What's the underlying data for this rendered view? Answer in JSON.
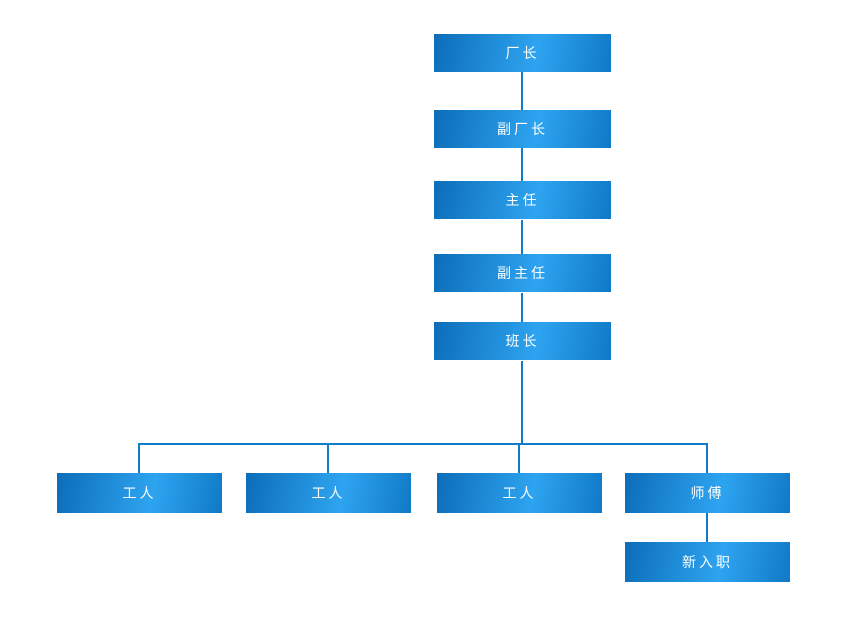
{
  "org_chart": {
    "nodes": {
      "factory_director": "厂长",
      "deputy_factory_director": "副厂长",
      "director": "主任",
      "deputy_director": "副主任",
      "team_leader": "班长",
      "worker_1": "工人",
      "worker_2": "工人",
      "worker_3": "工人",
      "master": "师傅",
      "new_hire": "新入职"
    },
    "style": {
      "node_gradient_start": "#0c6db9",
      "node_gradient_mid": "#2ea4f0",
      "node_gradient_end": "#1079c7",
      "connector_color": "#127bc8",
      "text_color": "#ffffff",
      "background": "#ffffff"
    }
  }
}
